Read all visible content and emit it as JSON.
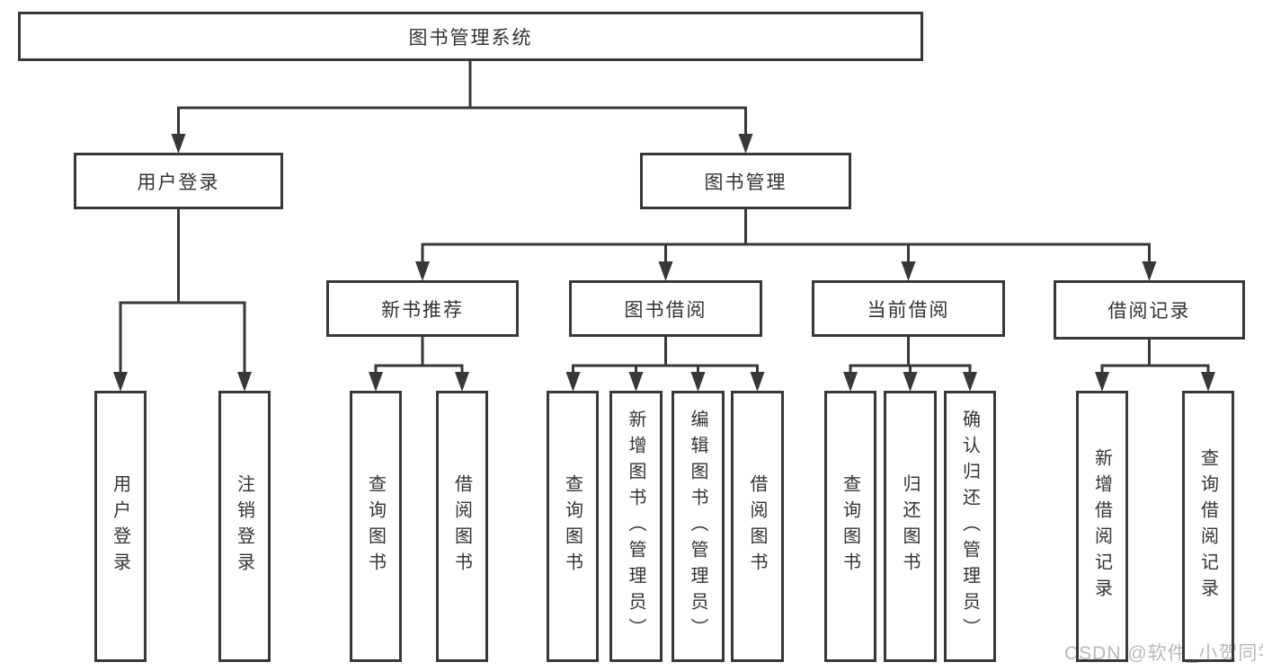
{
  "tree": {
    "label": "图书管理系统",
    "children": [
      {
        "label": "用户登录",
        "children": [
          {
            "label": "用户登录"
          },
          {
            "label": "注销登录"
          }
        ]
      },
      {
        "label": "图书管理",
        "children": [
          {
            "label": "新书推荐",
            "children": [
              {
                "label": "查询图书"
              },
              {
                "label": "借阅图书"
              }
            ]
          },
          {
            "label": "图书借阅",
            "children": [
              {
                "label": "查询图书"
              },
              {
                "label": "新增图书（管理员）"
              },
              {
                "label": "编辑图书（管理员）"
              },
              {
                "label": "借阅图书"
              }
            ]
          },
          {
            "label": "当前借阅",
            "children": [
              {
                "label": "查询图书"
              },
              {
                "label": "归还图书"
              },
              {
                "label": "确认归还（管理员）"
              }
            ]
          },
          {
            "label": "借阅记录",
            "children": [
              {
                "label": "新增借阅记录"
              },
              {
                "label": "查询借阅记录"
              }
            ]
          }
        ]
      }
    ]
  },
  "watermark": "CSDN @软件_小贺同学",
  "colors": {
    "line": "#383838",
    "text": "#333333",
    "watermark": "#b9b9b9",
    "background": "#ffffff"
  }
}
